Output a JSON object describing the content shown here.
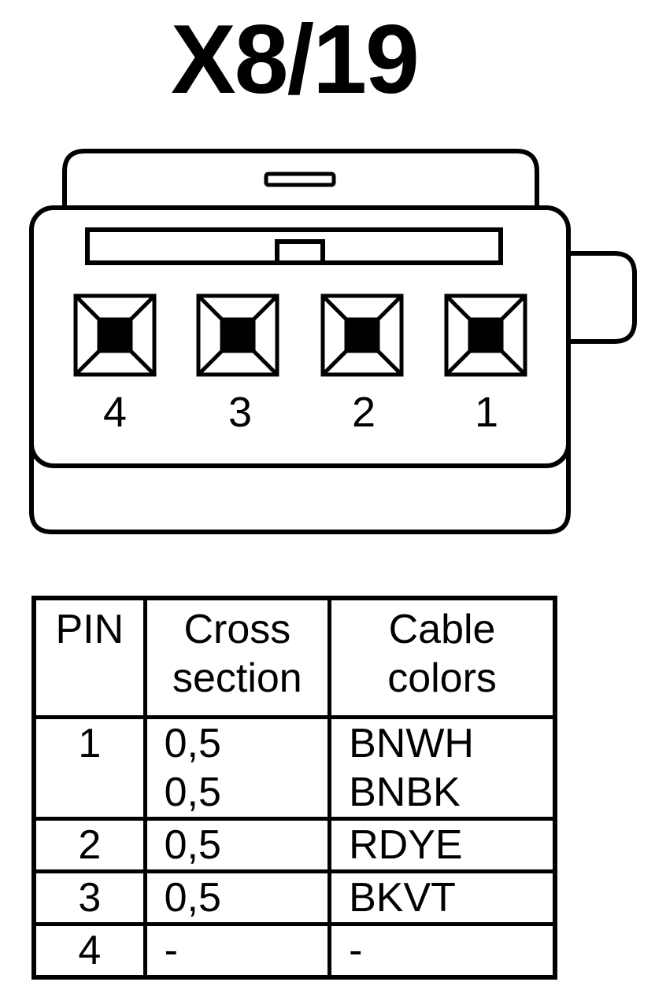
{
  "title": "X8/19",
  "connector": {
    "pin_labels": [
      "4",
      "3",
      "2",
      "1"
    ]
  },
  "table": {
    "headers": {
      "pin": "PIN",
      "cross_section_1": "Cross",
      "cross_section_2": "section",
      "cable_colors_1": "Cable",
      "cable_colors_2": "colors"
    },
    "rows": [
      {
        "pin": "1",
        "cross_section": [
          "0,5",
          "0,5"
        ],
        "cable_colors": [
          "BNWH",
          "BNBK"
        ]
      },
      {
        "pin": "2",
        "cross_section": [
          "0,5"
        ],
        "cable_colors": [
          "RDYE"
        ]
      },
      {
        "pin": "3",
        "cross_section": [
          "0,5"
        ],
        "cable_colors": [
          "BKVT"
        ]
      },
      {
        "pin": "4",
        "cross_section": [
          "-"
        ],
        "cable_colors": [
          "-"
        ]
      }
    ]
  }
}
